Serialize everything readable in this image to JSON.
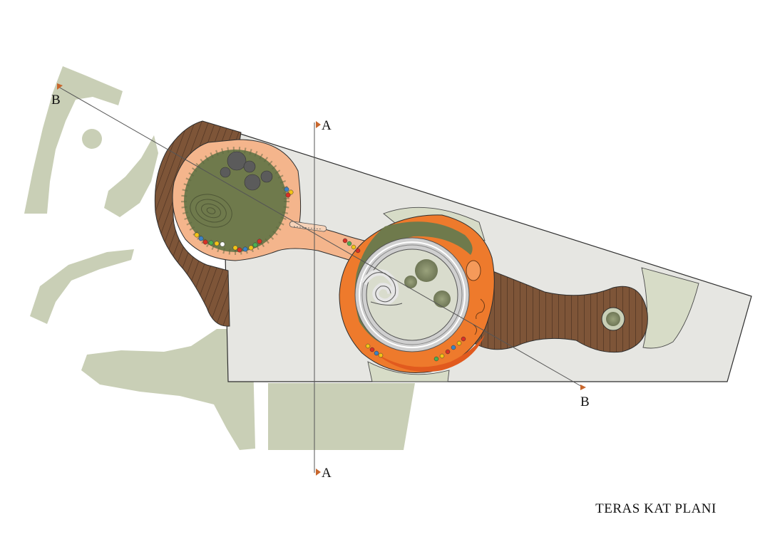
{
  "title": "TERAS KAT PLANI",
  "section_markers": {
    "a_top": "A",
    "a_bottom": "A",
    "b_top": "B",
    "b_bottom": "B"
  },
  "colors": {
    "landscape_sage": "#c9cfb6",
    "paving": "#e6e6e2",
    "lawn": "#6f7a4c",
    "timber_deck": "#7e5538",
    "peach_path": "#f4b58c",
    "orange_path": "#ee7a2c",
    "deep_orange": "#e15a1e",
    "ring_grey": "#cfcfcf",
    "stone_dark": "#5b5b5b",
    "marker_orange": "#c8662c"
  }
}
